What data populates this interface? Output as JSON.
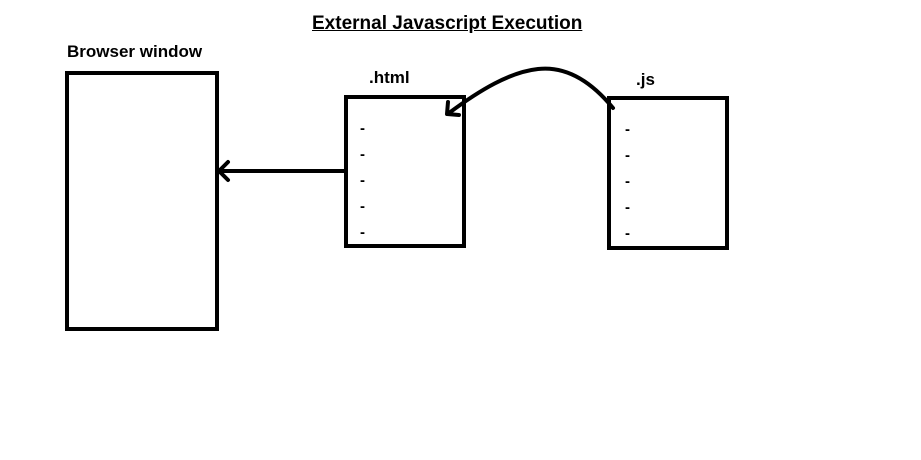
{
  "title": "External Javascript Execution",
  "browser_label": "Browser window",
  "html_label": ".html",
  "js_label": ".js",
  "html_lines": [
    "-",
    "-",
    "-",
    "-",
    "-"
  ],
  "js_lines": [
    "-",
    "-",
    "-",
    "-",
    "-"
  ]
}
